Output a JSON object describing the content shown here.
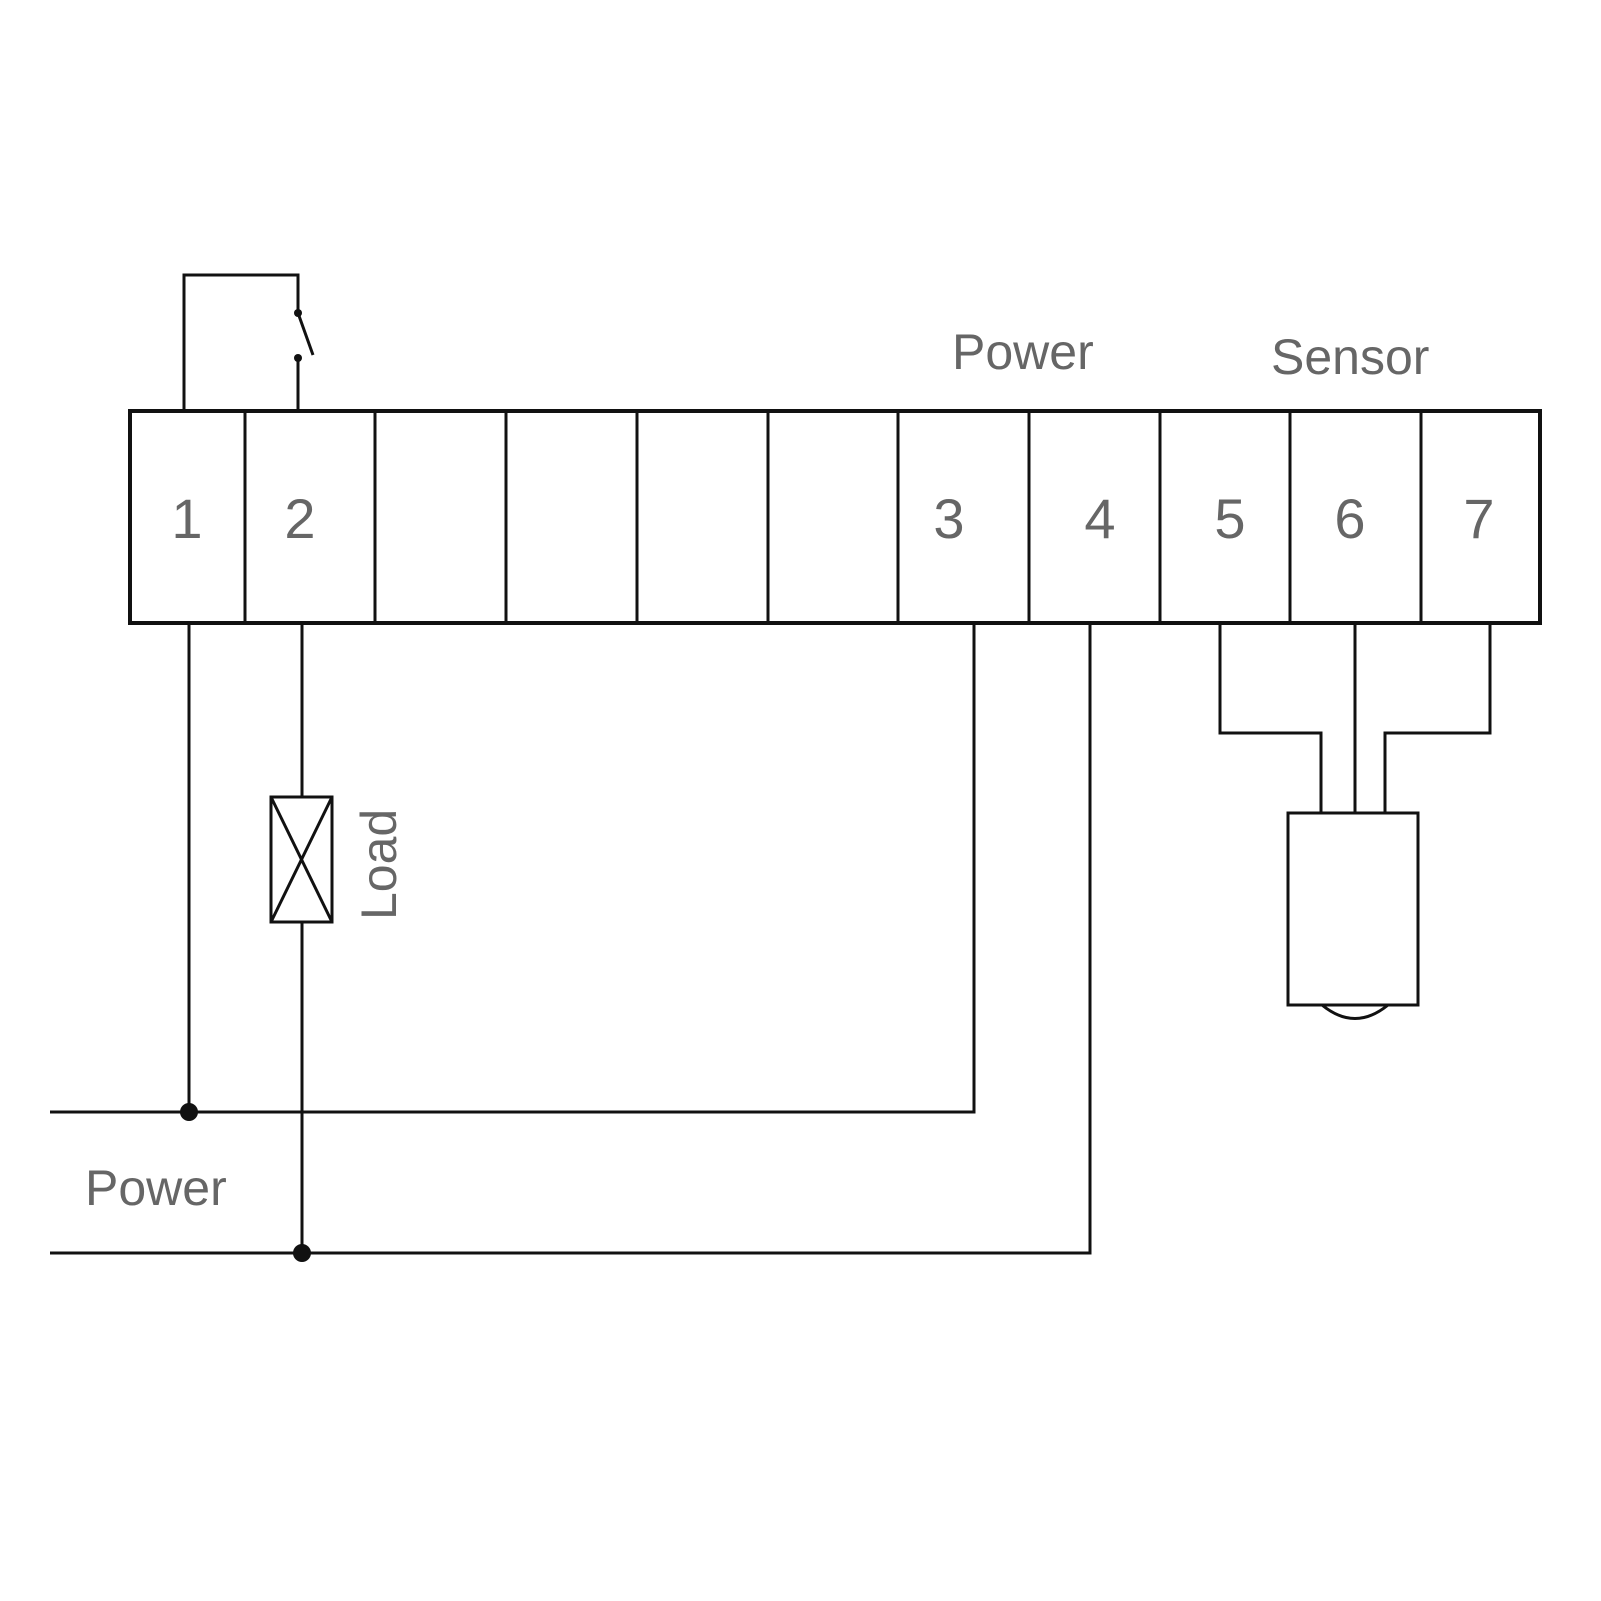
{
  "terminals": [
    {
      "id": "1",
      "label": "1"
    },
    {
      "id": "2",
      "label": "2"
    },
    {
      "id": "blank-a",
      "label": ""
    },
    {
      "id": "blank-b",
      "label": ""
    },
    {
      "id": "blank-c",
      "label": ""
    },
    {
      "id": "blank-d",
      "label": ""
    },
    {
      "id": "3",
      "label": "3"
    },
    {
      "id": "4",
      "label": "4"
    },
    {
      "id": "5",
      "label": "5"
    },
    {
      "id": "6",
      "label": "6"
    },
    {
      "id": "7",
      "label": "7"
    }
  ],
  "labels": {
    "power_top": "Power",
    "sensor": "Sensor",
    "load": "Load",
    "power_bottom": "Power"
  },
  "colors": {
    "line": "#111111",
    "text": "#666666",
    "background": "#ffffff"
  },
  "icons": {
    "switch": "switch-icon",
    "load": "load-icon",
    "sensor": "sensor-probe-icon",
    "junction": "junction-dot-icon"
  }
}
